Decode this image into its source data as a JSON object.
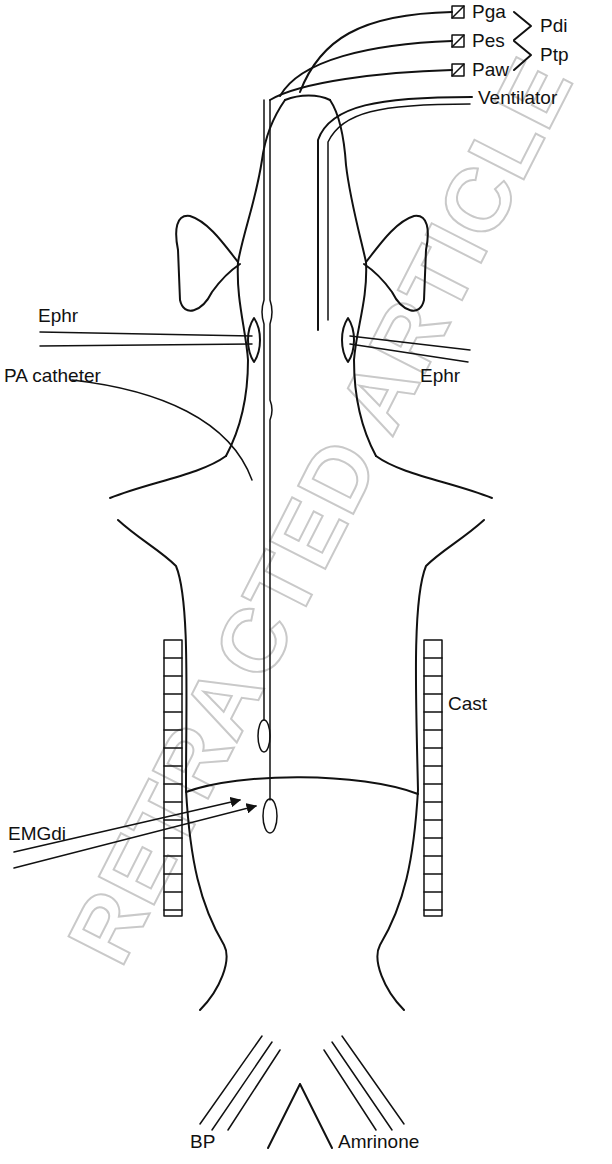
{
  "diagram": {
    "labels": [
      "Pga",
      "Pdi",
      "Pes",
      "Paw",
      "Ptp",
      "Ventilator",
      "Ephr",
      "Ephr",
      "PA catheter",
      "Cast",
      "EMGdi",
      "BP",
      "Amrinone",
      "RETRACTED ARTICLE"
    ]
  }
}
